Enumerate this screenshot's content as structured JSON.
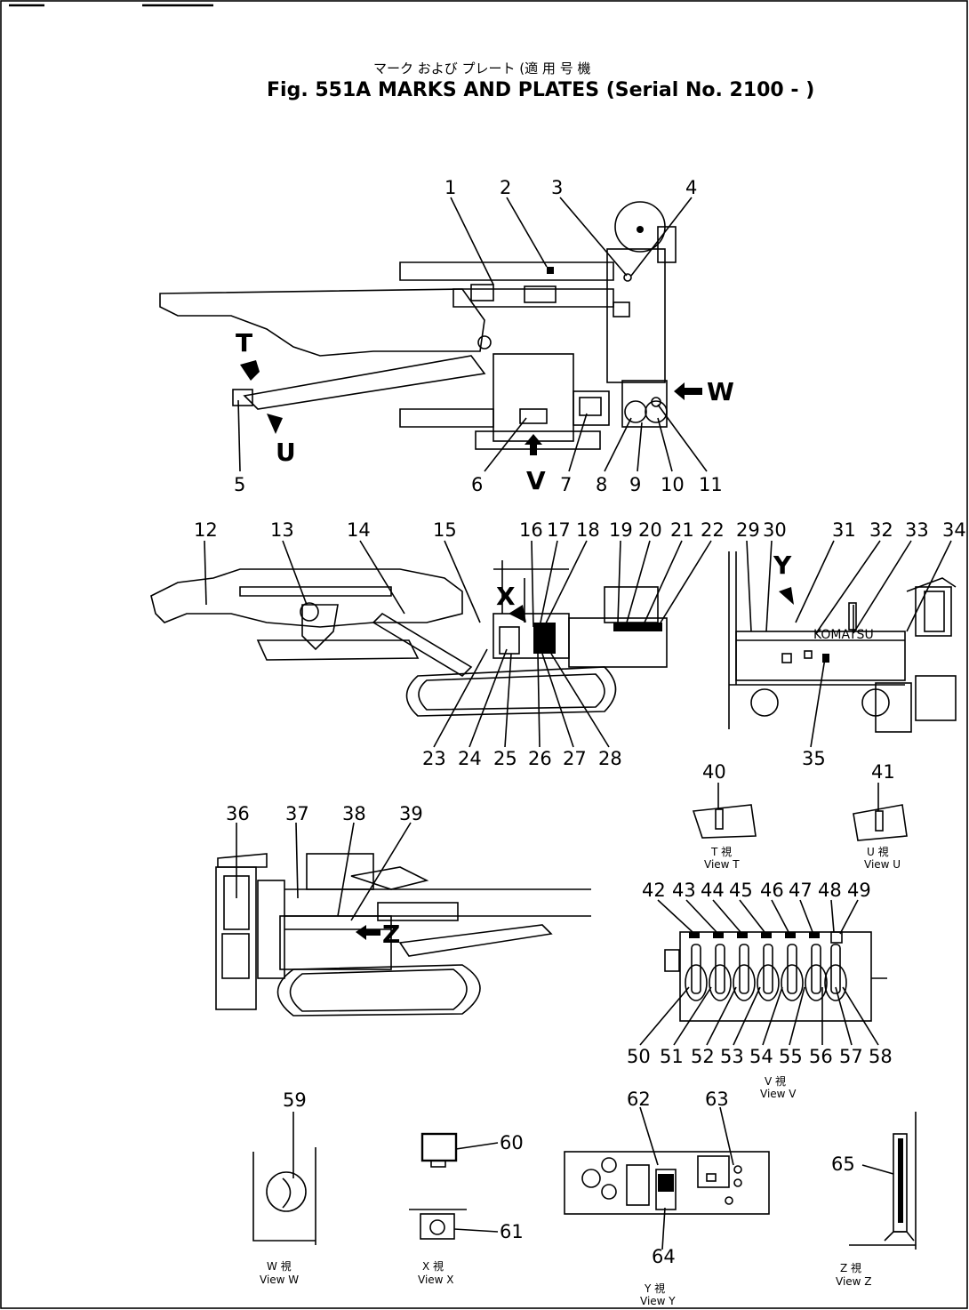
{
  "title": {
    "japanese_line": "マーク および プレート (適 用 号 機",
    "english_line": "Fig. 551A MARKS AND PLATES (Serial No. 2100 - )"
  },
  "view_letters": [
    "T",
    "U",
    "V",
    "W",
    "X",
    "Y",
    "Z"
  ],
  "views": {
    "T": {
      "jp": "T 視",
      "en": "View T"
    },
    "U": {
      "jp": "U 視",
      "en": "View U"
    },
    "V": {
      "jp": "V 視",
      "en": "View V"
    },
    "W": {
      "jp": "W 視",
      "en": "View W"
    },
    "X": {
      "jp": "X 視",
      "en": "View X"
    },
    "Y": {
      "jp": "Y 視",
      "en": "View Y"
    },
    "Z": {
      "jp": "Z 視",
      "en": "View Z"
    }
  },
  "logo_text": "KOMATSU",
  "callouts": {
    "n1": "1",
    "n2": "2",
    "n3": "3",
    "n4": "4",
    "n5": "5",
    "n6": "6",
    "n7": "7",
    "n8": "8",
    "n9": "9",
    "n10": "10",
    "n11": "11",
    "n12": "12",
    "n13": "13",
    "n14": "14",
    "n15": "15",
    "n16": "16",
    "n17": "17",
    "n18": "18",
    "n19": "19",
    "n20": "20",
    "n21": "21",
    "n22": "22",
    "n23": "23",
    "n24": "24",
    "n25": "25",
    "n26": "26",
    "n27": "27",
    "n28": "28",
    "n29": "29",
    "n30": "30",
    "n31": "31",
    "n32": "32",
    "n33": "33",
    "n34": "34",
    "n35": "35",
    "n36": "36",
    "n37": "37",
    "n38": "38",
    "n39": "39",
    "n40": "40",
    "n41": "41",
    "n42": "42",
    "n43": "43",
    "n44": "44",
    "n45": "45",
    "n46": "46",
    "n47": "47",
    "n48": "48",
    "n49": "49",
    "n50": "50",
    "n51": "51",
    "n52": "52",
    "n53": "53",
    "n54": "54",
    "n55": "55",
    "n56": "56",
    "n57": "57",
    "n58": "58",
    "n59": "59",
    "n60": "60",
    "n61": "61",
    "n62": "62",
    "n63": "63",
    "n64": "64",
    "n65": "65"
  }
}
